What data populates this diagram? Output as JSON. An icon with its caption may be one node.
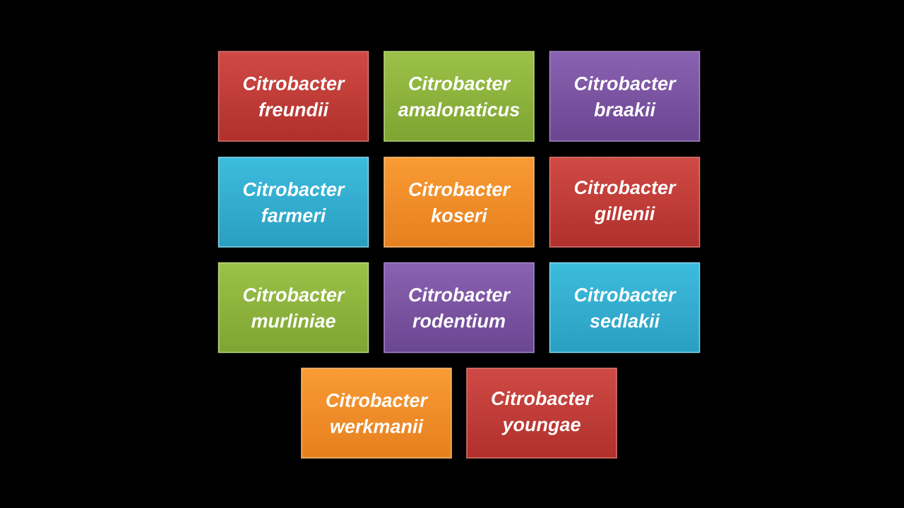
{
  "diagram": {
    "nodes": [
      {
        "text": [
          "Citrobacter freundii"
        ]
      },
      {
        "text": [
          "Citrobacter amalonaticus"
        ]
      },
      {
        "text": [
          "Citrobacter braakii"
        ]
      },
      {
        "text": [
          "Citrobacter farmeri"
        ]
      },
      {
        "text": [
          "Citrobacter koseri"
        ]
      },
      {
        "text": [
          "Citrobacter gillenii"
        ]
      },
      {
        "text": [
          "Citrobacter murliniae"
        ]
      },
      {
        "text": [
          "Citrobacter rodentium"
        ]
      },
      {
        "text": [
          "Citrobacter sedlakii"
        ]
      },
      {
        "text": [
          "Citrobacter werkmanii"
        ]
      },
      {
        "text": [
          "Citrobacter youngae"
        ]
      }
    ]
  }
}
